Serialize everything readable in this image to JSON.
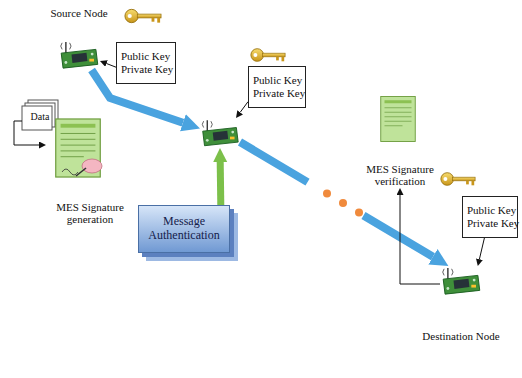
{
  "diagram": {
    "nodes": [
      {
        "text": [
          "Source Node"
        ]
      },
      {
        "text": [
          "Public Key",
          "Private Key"
        ]
      },
      {
        "text": [
          "Data"
        ]
      },
      {
        "text": [
          "MES Signature generation"
        ]
      },
      {
        "text": []
      },
      {
        "text": [
          "Public Key",
          "Private Key"
        ]
      },
      {
        "text": [
          "Message Authentication"
        ]
      },
      {
        "text": [
          "MES Signature verification"
        ]
      },
      {
        "text": [
          "Public Key",
          "Private Key"
        ]
      },
      {
        "text": [
          "Destination Node"
        ]
      }
    ],
    "edges": [
      {
        "from": 1,
        "to": 0,
        "arrow": "to"
      },
      {
        "from": 2,
        "to": 3,
        "arrow": "to"
      },
      {
        "from": 0,
        "to": 4,
        "arrow": "to"
      },
      {
        "from": 5,
        "to": 4,
        "arrow": "to"
      },
      {
        "from": 6,
        "to": 4,
        "arrow": "to"
      },
      {
        "from": 4,
        "to": 9,
        "arrow": "to"
      },
      {
        "from": 9,
        "to": 7,
        "arrow": "to"
      },
      {
        "from": 8,
        "to": 9,
        "arrow": "to"
      }
    ]
  }
}
